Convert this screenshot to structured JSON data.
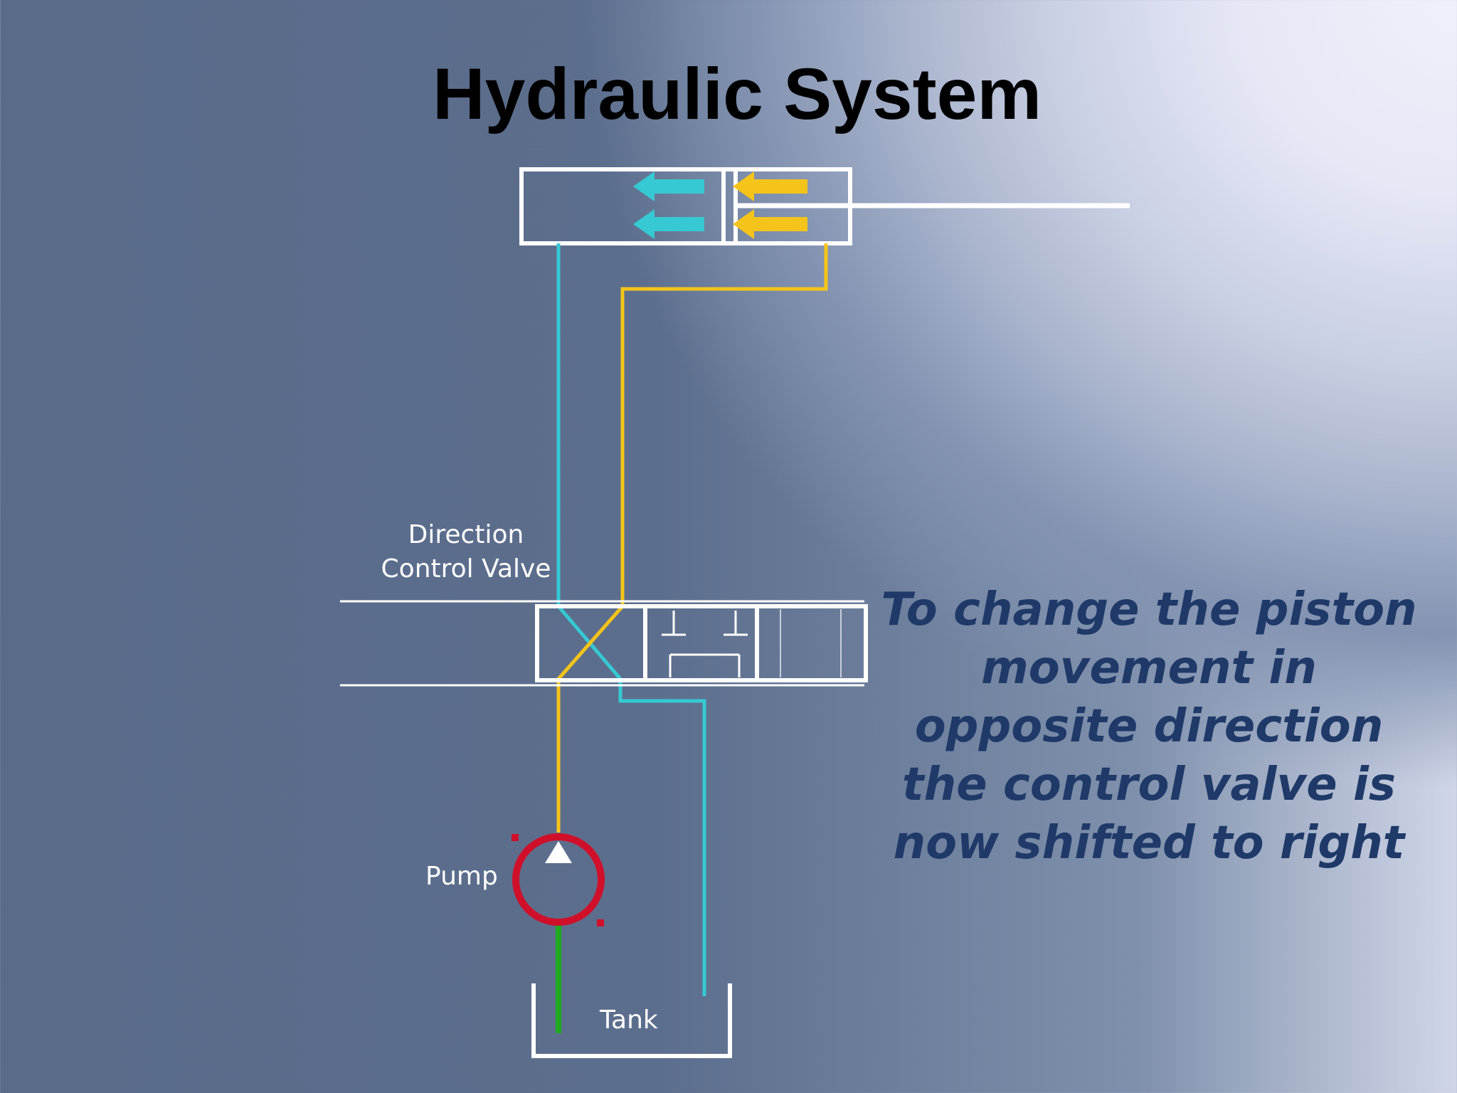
{
  "slide": {
    "title": "Hydraulic System"
  },
  "labels": {
    "direction_control_valve": "Direction Control Valve",
    "pump": "Pump",
    "tank": "Tank"
  },
  "explanation": "To change the piston movement in opposite direction the control valve is now shifted to right",
  "colors": {
    "return_line": "#36c9d3",
    "pressure_line": "#f5c41a",
    "suction_line": "#1faa1f",
    "pump": "#d0102a",
    "component_outline": "#ffffff",
    "title_text": "#000000",
    "explanation_text": "#1f3a68"
  },
  "icons": {
    "cylinder": "double-acting-cylinder-icon",
    "pump": "hydraulic-pump-icon",
    "valve": "three-position-valve-icon",
    "tank": "tank-icon",
    "flow_arrows": "flow-direction-arrow-icon"
  }
}
